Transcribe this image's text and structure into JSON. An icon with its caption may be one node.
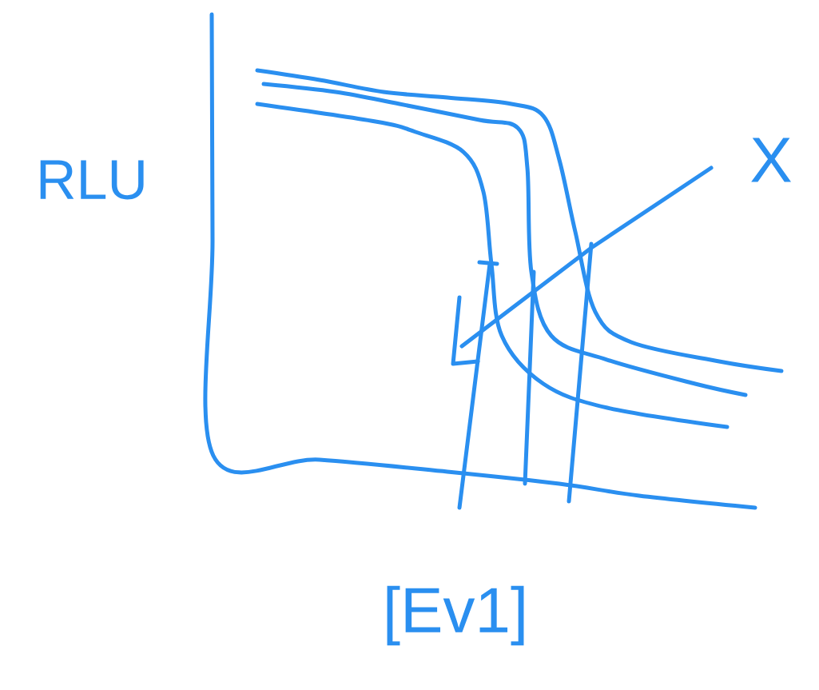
{
  "diagram": {
    "labels": [
      "RLU",
      "X",
      "[Ev1]"
    ]
  }
}
